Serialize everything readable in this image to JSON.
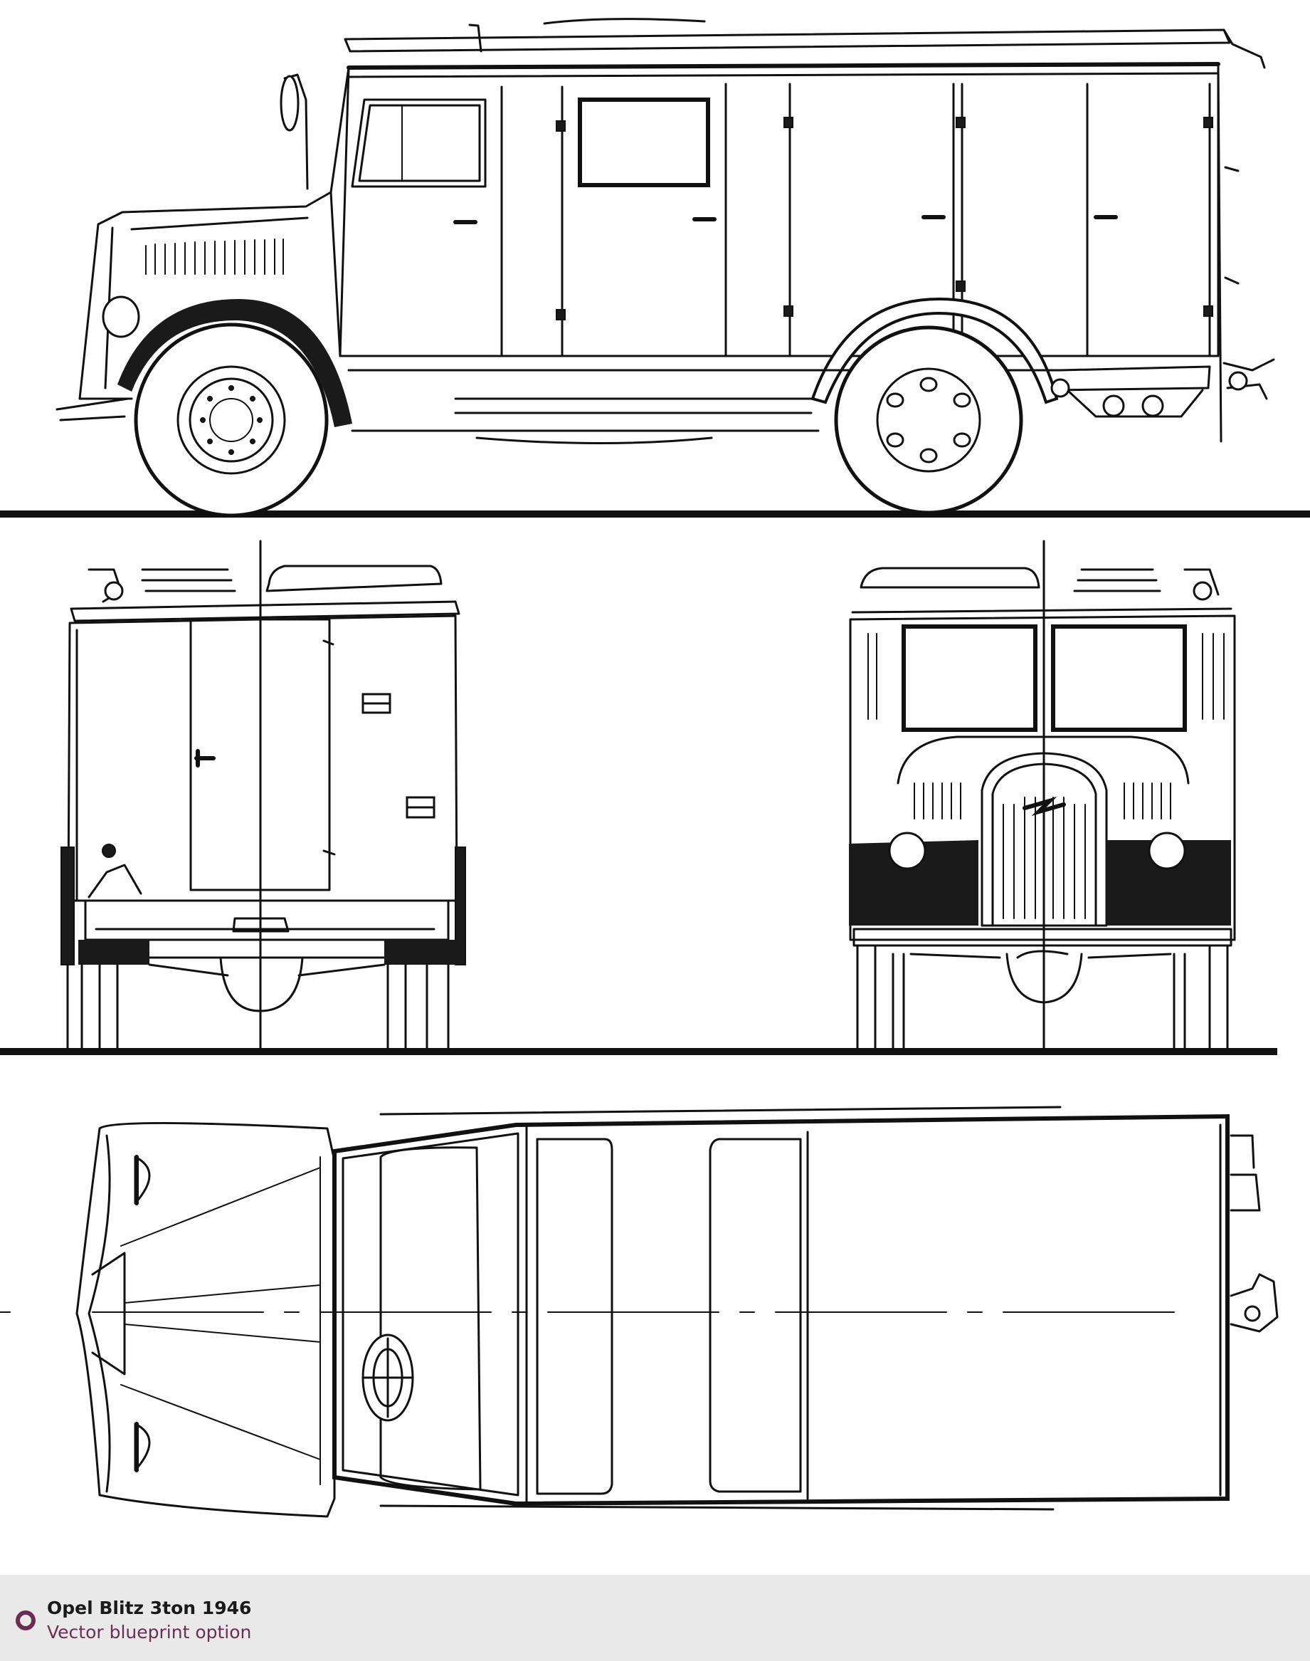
{
  "footer": {
    "title": "Opel Blitz 3ton 1946",
    "subtitle": "Vector blueprint option",
    "icon": "ring-icon",
    "accent_color": "#6a2e55",
    "background_color": "#e9e9ea"
  },
  "drawing": {
    "views": [
      "side-view",
      "rear-view",
      "front-view",
      "top-view"
    ],
    "line_color": "#111111"
  }
}
